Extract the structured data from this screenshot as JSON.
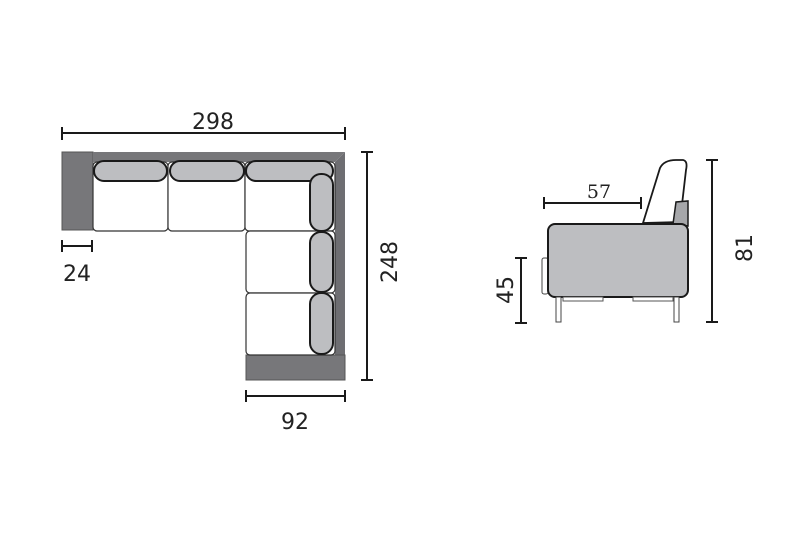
{
  "top_view": {
    "width_total": "298",
    "depth_total": "248",
    "chaise_width": "92",
    "armrest_width": "24"
  },
  "side_view": {
    "seat_depth": "57",
    "seat_height": "45",
    "total_height": "81"
  },
  "colors": {
    "frame": "#77777a",
    "cushion": "#bdbec1",
    "seat": "#ffffff",
    "outline": "#1a1a1a",
    "dim_line": "#1a1a1a"
  }
}
